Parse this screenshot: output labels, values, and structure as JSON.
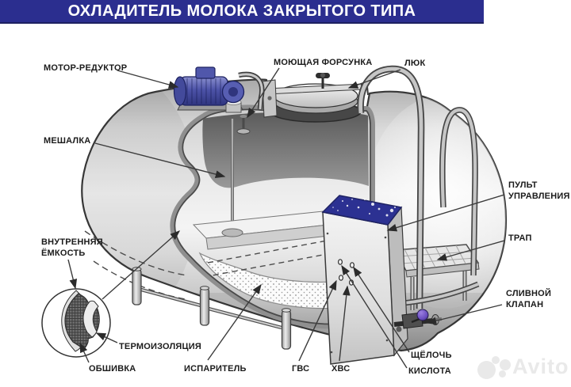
{
  "title": "ОХЛАДИТЕЛЬ МОЛОКА ЗАКРЫТОГО ТИПА",
  "labels": {
    "motor_reducer": "МОТОР-РЕДУКТОР",
    "washing_nozzle": "МОЮЩАЯ ФОРСУНКА",
    "hatch": "ЛЮК",
    "agitator": "МЕШАЛКА",
    "control_panel_line1": "ПУЛЬТ",
    "control_panel_line2": "УПРАВЛЕНИЯ",
    "trap": "ТРАП",
    "inner_vessel_line1": "ВНУТРЕННЯЯ",
    "inner_vessel_line2": "ЁМКОСТЬ",
    "drain_valve_line1": "СЛИВНОЙ",
    "drain_valve_line2": "КЛАПАН",
    "thermal_insulation": "ТЕРМОИЗОЛЯЦИЯ",
    "casing": "ОБШИВКА",
    "evaporator": "ИСПАРИТЕЛЬ",
    "hot_water": "ГВС",
    "cold_water": "ХВС",
    "alkali": "ЩЁЛОЧЬ",
    "acid": "КИСЛОТА"
  },
  "watermark": {
    "brand": "Avito"
  },
  "colors": {
    "title_bar": "#2b2e8f",
    "motor_blue": "#4d53a8",
    "panel_top_blue": "#2c3192",
    "valve_purple": "#6b4fc0",
    "leader_line": "#3b3b3b",
    "watermark_gray": "#e9e9e9"
  }
}
